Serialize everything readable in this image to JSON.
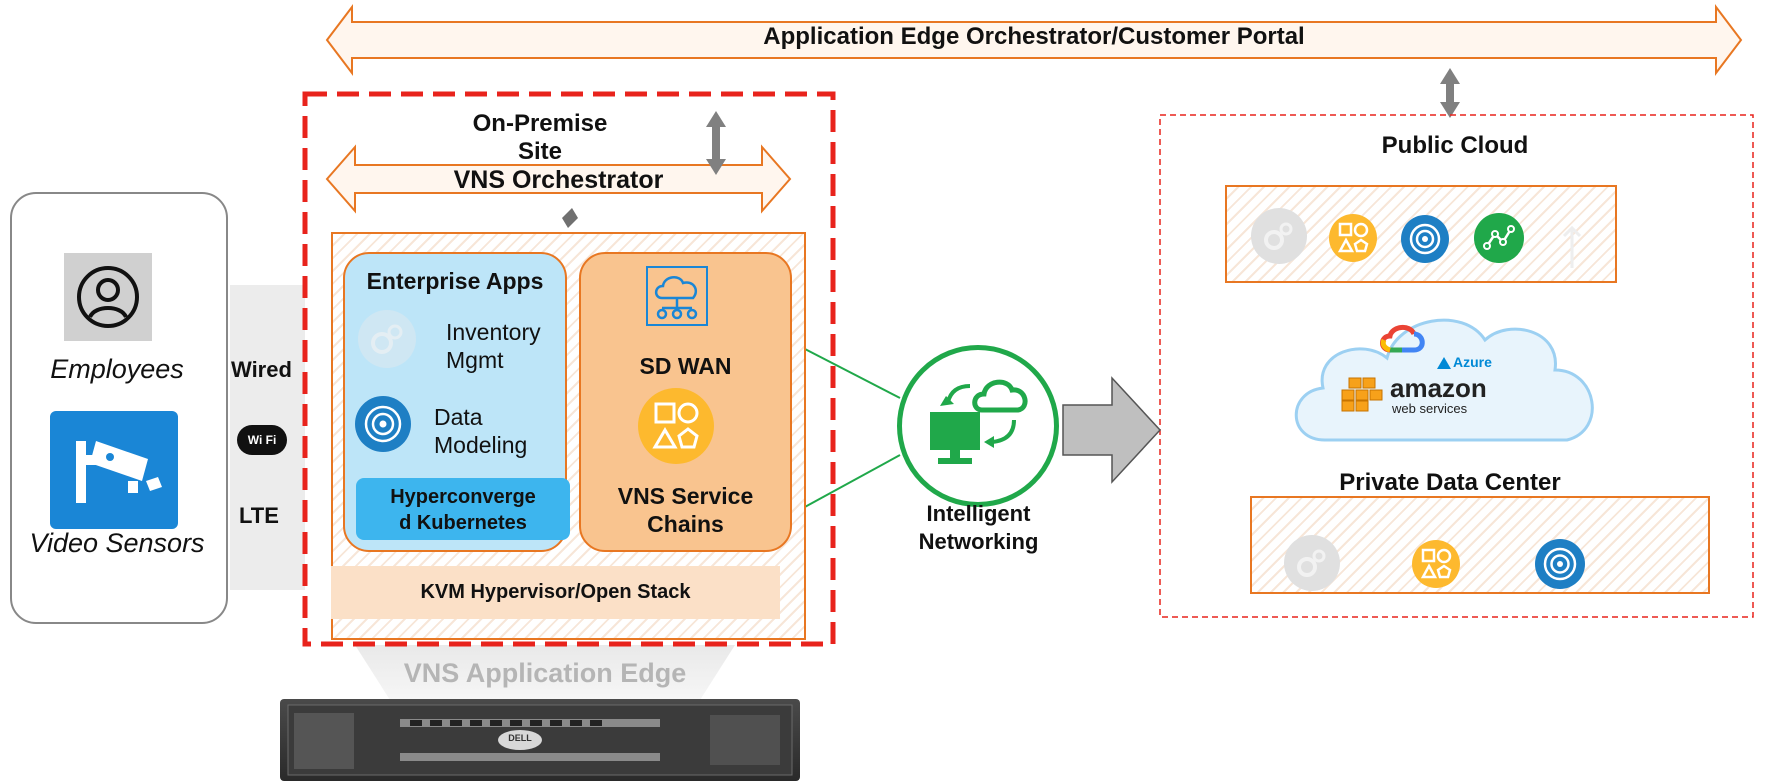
{
  "top_banner": {
    "label": "Application Edge Orchestrator/Customer Portal"
  },
  "site": {
    "title_line1": "On-Premise",
    "title_line2": "Site"
  },
  "vns_orchestrator": {
    "label": "VNS Orchestrator"
  },
  "users": {
    "employees": "Employees",
    "video_sensors": "Video Sensors"
  },
  "connectivity": {
    "wired": "Wired",
    "wifi": "Wi Fi",
    "lte": "LTE"
  },
  "enterprise": {
    "title": "Enterprise Apps",
    "inventory_line1": "Inventory",
    "inventory_line2": "Mgmt",
    "data_line1": "Data",
    "data_line2": "Modeling",
    "hyper_line1": "Hyperconverge",
    "hyper_line2": "d Kubernetes"
  },
  "sdwan": {
    "title": "SD WAN",
    "chains_line1": "VNS Service",
    "chains_line2": "Chains"
  },
  "kvm": {
    "label": "KVM Hypervisor/Open Stack"
  },
  "edge": {
    "label": "VNS Application Edge",
    "server_brand": "DELL"
  },
  "networking": {
    "line1": "Intelligent",
    "line2": "Networking"
  },
  "public_cloud": {
    "title": "Public Cloud"
  },
  "cloud_logos": {
    "azure": "Azure",
    "amazon": "amazon",
    "aws_sub": "web services"
  },
  "private_dc": {
    "title": "Private Data Center"
  },
  "colors": {
    "orange": "#e87722",
    "red": "#e8231c",
    "light_blue": "#bde5f8",
    "blue": "#3db5ee",
    "green": "#20a84a",
    "yellow": "#fdb92e"
  }
}
